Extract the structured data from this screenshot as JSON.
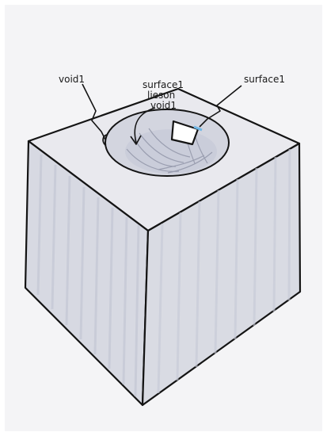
{
  "colors": {
    "paper": "#f4f4f6",
    "ink": "#141414",
    "marker_gray": "#d7d9e2",
    "marker_gray_dark": "#c3c6d4",
    "highlight_blue": "#6fb7e6"
  },
  "labels": {
    "void_left": "void1",
    "void_center_line1": "surface1",
    "void_center_line2": "lieson",
    "void_center_line3": "void1",
    "surface_right": "surface1"
  }
}
